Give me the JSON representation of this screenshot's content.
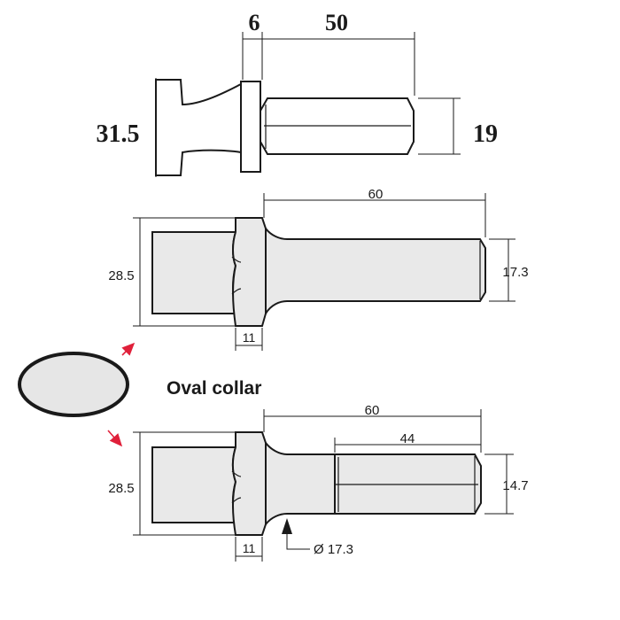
{
  "top_drawing": {
    "collar_width": "6",
    "shank_length": "50",
    "head_height": "31.5",
    "shank_hex_size": "19"
  },
  "middle_drawing": {
    "shank_length": "60",
    "head_height": "28.5",
    "shank_diameter": "17.3",
    "collar_width": "11"
  },
  "bottom_drawing": {
    "shank_length": "60",
    "hex_length": "44",
    "head_height": "28.5",
    "hex_size": "14.7",
    "collar_width": "11",
    "neck_diameter": "Ø 17.3"
  },
  "oval_collar": {
    "label": "Oval collar"
  },
  "colors": {
    "arrow": "#e0203a",
    "line": "#1a1a1a",
    "fill": "#e9e9e9"
  }
}
